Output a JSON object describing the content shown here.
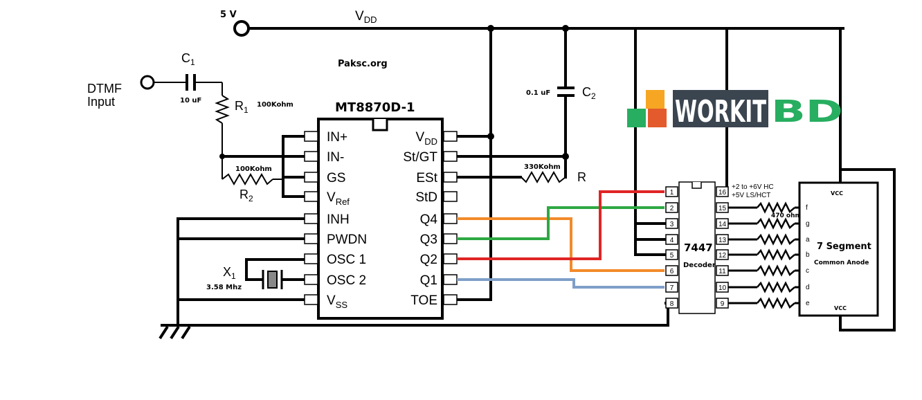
{
  "power": {
    "label": "5 V",
    "vdd_label": "V",
    "vdd_sub": "DD"
  },
  "watermark": "Paksc.org",
  "logo": {
    "text_work": "WORKIT",
    "text_bd": "BD",
    "colors": [
      "#f6a623",
      "#27ae60",
      "#e35b2c",
      "#e84c3d"
    ]
  },
  "input": {
    "label_line1": "DTMF",
    "label_line2": "Input"
  },
  "c1": {
    "name": "C",
    "sub": "1",
    "value": "10 uF"
  },
  "r1": {
    "name": "R",
    "sub": "1",
    "value": "100Kohm"
  },
  "r2": {
    "name": "R",
    "sub": "2",
    "value": "100Kohm"
  },
  "c2": {
    "name": "C",
    "sub": "2",
    "value": "0.1 uF"
  },
  "r3": {
    "name": "R",
    "value": "330Kohm"
  },
  "x1": {
    "name": "X",
    "sub": "1",
    "value": "3.58 Mhz"
  },
  "ic1": {
    "name": "MT8870D-1",
    "left_pins": [
      {
        "label": "IN+",
        "sub": ""
      },
      {
        "label": "IN-",
        "sub": ""
      },
      {
        "label": "GS",
        "sub": ""
      },
      {
        "label": "V",
        "sub": "Ref"
      },
      {
        "label": "INH",
        "sub": ""
      },
      {
        "label": "PWDN",
        "sub": ""
      },
      {
        "label": "OSC 1",
        "sub": ""
      },
      {
        "label": "OSC 2",
        "sub": ""
      },
      {
        "label": "V",
        "sub": "SS"
      }
    ],
    "right_pins": [
      {
        "label": "V",
        "sub": "DD"
      },
      {
        "label": "St/GT",
        "sub": ""
      },
      {
        "label": "ESt",
        "sub": ""
      },
      {
        "label": "StD",
        "sub": ""
      },
      {
        "label": "Q4",
        "sub": ""
      },
      {
        "label": "Q3",
        "sub": ""
      },
      {
        "label": "Q2",
        "sub": ""
      },
      {
        "label": "Q1",
        "sub": ""
      },
      {
        "label": "TOE",
        "sub": ""
      }
    ]
  },
  "ic2": {
    "name": "7447",
    "subtitle": "Decoder",
    "left_pins": [
      "1",
      "2",
      "3",
      "4",
      "5",
      "6",
      "7",
      "8"
    ],
    "right_pins": [
      "16",
      "15",
      "14",
      "13",
      "12",
      "11",
      "10",
      "9"
    ],
    "supply_note_1": "+2 to +6V HC",
    "supply_note_2": "+5V LS/HCT",
    "resistor_value": "470 ohm"
  },
  "display": {
    "title": "7 Segment",
    "subtitle": "Common Anode",
    "vcc_top": "VCC",
    "vcc_bottom": "VCC",
    "segments": [
      "f",
      "g",
      "a",
      "b",
      "c",
      "d",
      "e"
    ]
  },
  "wire_colors": {
    "q4": "#f28a2a",
    "q3": "#2ea843",
    "q2": "#e02424",
    "q1": "#7f9fc8"
  }
}
